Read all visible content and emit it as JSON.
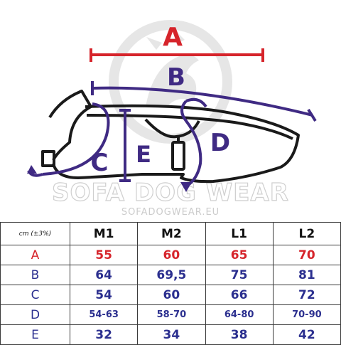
{
  "colors": {
    "red": "#d6242b",
    "blue": "#2b2f8f",
    "purple": "#3f2a83",
    "outline": "#1a1a1a",
    "watermark": "#bdbdbd"
  },
  "diagram": {
    "label_a": "A",
    "label_b": "B",
    "label_c": "C",
    "label_d": "D",
    "label_e": "E",
    "watermark_brand": "SOFA DOG WEAR",
    "watermark_url": "SOFADOGWEAR.EU",
    "watermark_logo_icon": "dog-logo-icon"
  },
  "table": {
    "unit_header": "cm  (±3%)",
    "size_headers": [
      "M1",
      "M2",
      "L1",
      "L2"
    ],
    "rows": [
      {
        "label": "A",
        "color": "#d6242b",
        "values": [
          "55",
          "60",
          "65",
          "70"
        ]
      },
      {
        "label": "B",
        "color": "#2b2f8f",
        "values": [
          "64",
          "69,5",
          "75",
          "81"
        ]
      },
      {
        "label": "C",
        "color": "#2b2f8f",
        "values": [
          "54",
          "60",
          "66",
          "72"
        ]
      },
      {
        "label": "D",
        "color": "#2b2f8f",
        "values": [
          "54-63",
          "58-70",
          "64-80",
          "70-90"
        ]
      },
      {
        "label": "E",
        "color": "#2b2f8f",
        "values": [
          "32",
          "34",
          "38",
          "42"
        ]
      }
    ]
  }
}
